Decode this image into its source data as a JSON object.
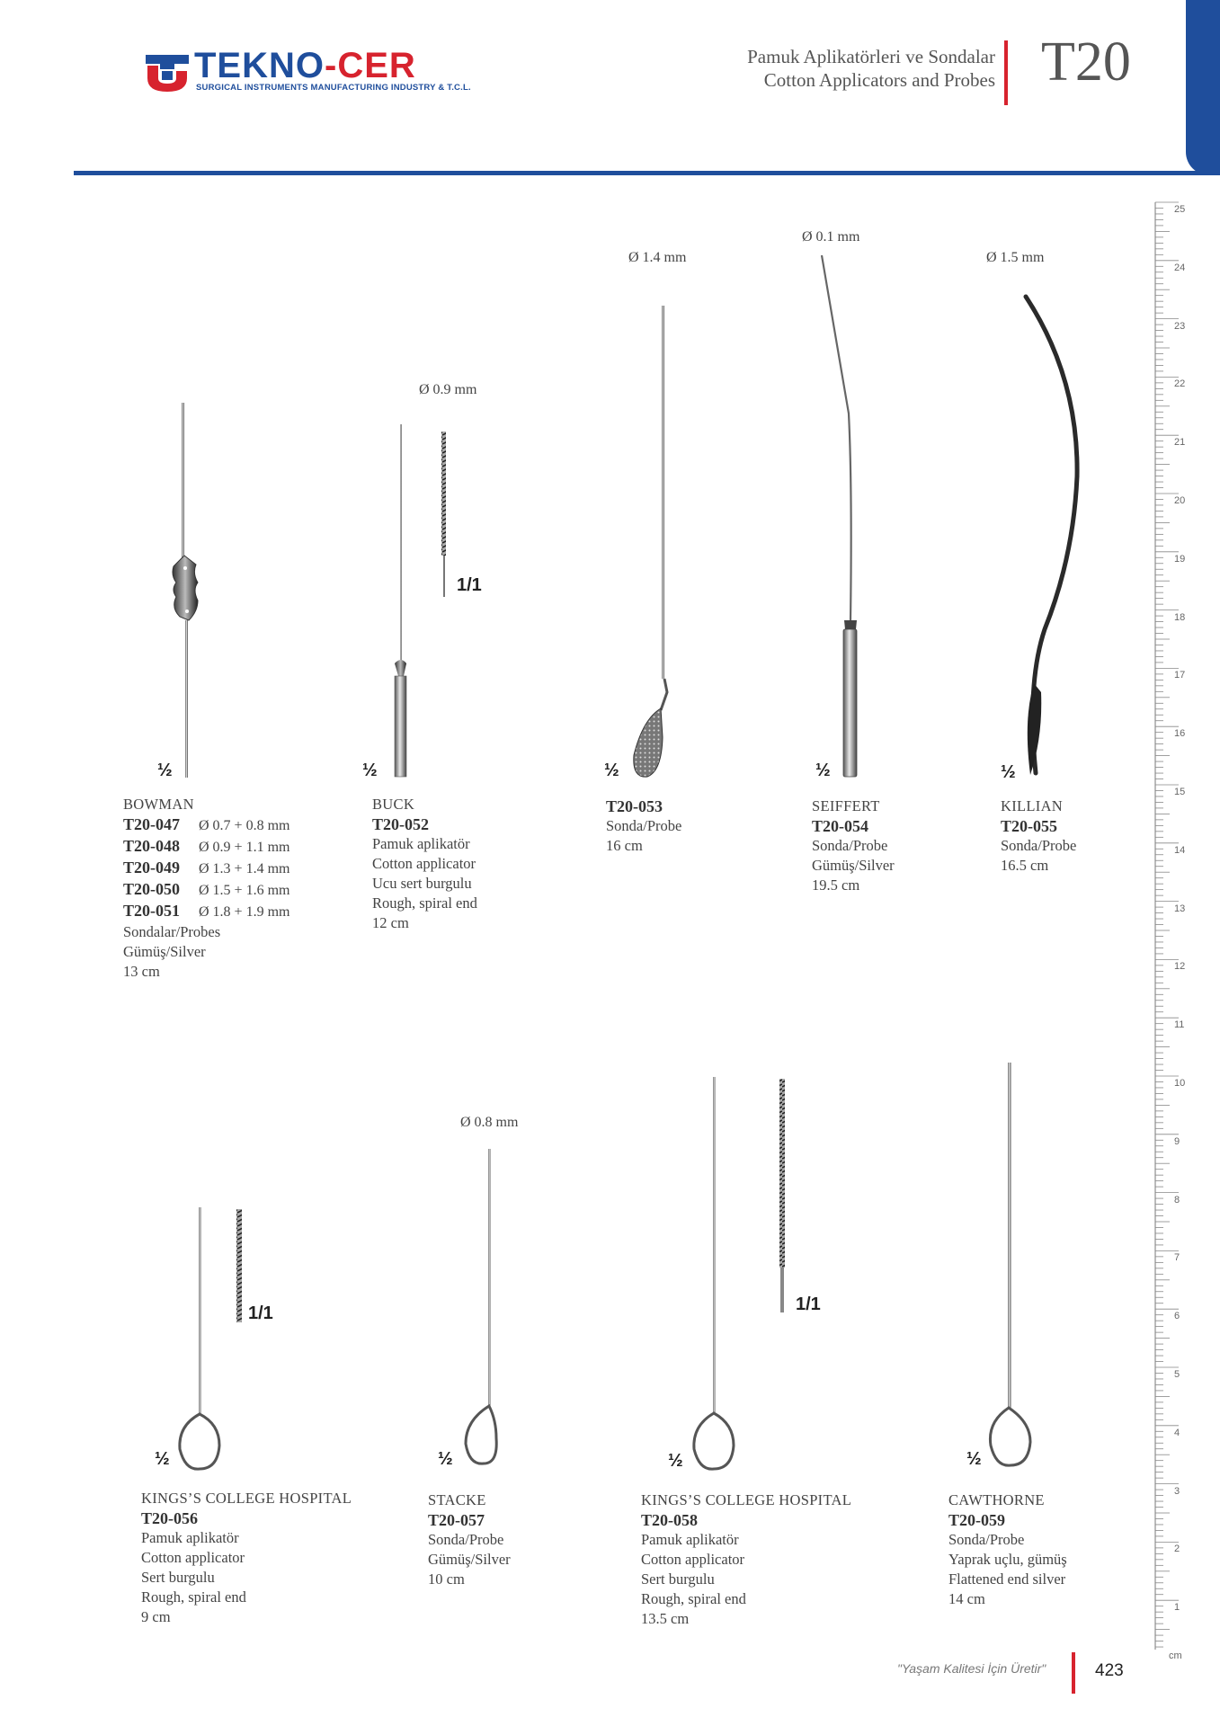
{
  "header": {
    "brand": "TEKNO-CER",
    "brand_part1": "TEKNO",
    "brand_part2": "-CER",
    "brand_sub": "SURGICAL INSTRUMENTS MANUFACTURING INDUSTRY & T.C.L.",
    "title_tr": "Pamuk Aplikatörleri ve Sondalar",
    "title_en": "Cotton Applicators and Probes",
    "catalog_code": "T20"
  },
  "colors": {
    "brand_blue": "#1f4e9c",
    "brand_red": "#d7232e"
  },
  "ruler": {
    "labels": [
      "25",
      "24",
      "23",
      "22",
      "21",
      "20",
      "19",
      "18",
      "17",
      "16",
      "15",
      "14",
      "13",
      "12",
      "11",
      "10",
      "9",
      "8",
      "7",
      "6",
      "5",
      "4",
      "3",
      "2",
      "1"
    ],
    "unit": "cm"
  },
  "products": {
    "bowman": {
      "name": "BOWMAN",
      "scale": "½",
      "codes": [
        {
          "code": "T20-047",
          "dim": "Ø 0.7 + 0.8 mm"
        },
        {
          "code": "T20-048",
          "dim": "Ø 0.9 + 1.1 mm"
        },
        {
          "code": "T20-049",
          "dim": "Ø 1.3 + 1.4 mm"
        },
        {
          "code": "T20-050",
          "dim": "Ø 1.5 + 1.6 mm"
        },
        {
          "code": "T20-051",
          "dim": "Ø 1.8 + 1.9 mm"
        }
      ],
      "lines": [
        "Sondalar/Probes",
        "Gümüş/Silver",
        "13 cm"
      ]
    },
    "buck": {
      "name": "BUCK",
      "code": "T20-052",
      "scale": "½",
      "detail_scale": "1/1",
      "diameter": "Ø 0.9 mm",
      "lines": [
        "Pamuk aplikatör",
        "Cotton applicator",
        "Ucu sert burgulu",
        "Rough, spiral end",
        "12 cm"
      ]
    },
    "p053": {
      "code": "T20-053",
      "scale": "½",
      "diameter": "Ø 1.4 mm",
      "lines": [
        "Sonda/Probe",
        "16 cm"
      ]
    },
    "seiffert": {
      "name": "SEIFFERT",
      "code": "T20-054",
      "scale": "½",
      "diameter": "Ø 0.1 mm",
      "lines": [
        "Sonda/Probe",
        "Gümüş/Silver",
        "19.5 cm"
      ]
    },
    "killian": {
      "name": "KILLIAN",
      "code": "T20-055",
      "scale": "½",
      "diameter": "Ø 1.5 mm",
      "lines": [
        "Sonda/Probe",
        "16.5 cm"
      ]
    },
    "kch056": {
      "name": "KINGS’S COLLEGE HOSPITAL",
      "code": "T20-056",
      "scale": "½",
      "detail_scale": "1/1",
      "lines": [
        "Pamuk aplikatör",
        "Cotton applicator",
        "Sert burgulu",
        "Rough, spiral end",
        "9 cm"
      ]
    },
    "stacke": {
      "name": "STACKE",
      "code": "T20-057",
      "scale": "½",
      "diameter": "Ø 0.8 mm",
      "lines": [
        "Sonda/Probe",
        "Gümüş/Silver",
        "10 cm"
      ]
    },
    "kch058": {
      "name": "KINGS’S COLLEGE HOSPITAL",
      "code": "T20-058",
      "scale": "½",
      "detail_scale": "1/1",
      "lines": [
        "Pamuk aplikatör",
        "Cotton applicator",
        "Sert burgulu",
        "Rough, spiral end",
        "13.5 cm"
      ]
    },
    "cawthorne": {
      "name": "CAWTHORNE",
      "code": "T20-059",
      "scale": "½",
      "lines": [
        "Sonda/Probe",
        "Yaprak uçlu, gümüş",
        "Flattened end silver",
        "14 cm"
      ]
    }
  },
  "footer": {
    "slogan": "\"Yaşam Kalitesi İçin Üretir\"",
    "page_number": "423"
  }
}
